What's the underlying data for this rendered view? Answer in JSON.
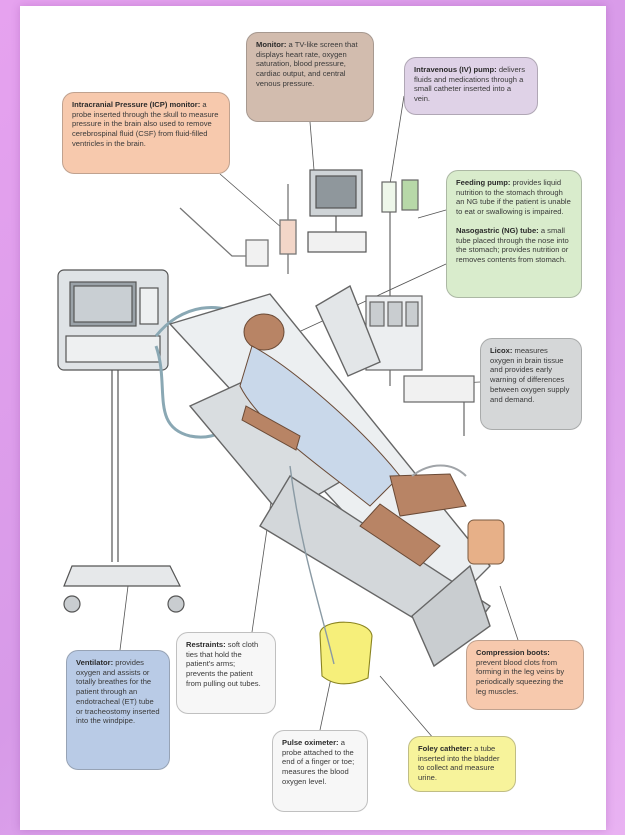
{
  "callouts": {
    "icp": {
      "title": "Intracranial Pressure (ICP) monitor:",
      "text": "a probe inserted through the skull to measure pressure in the brain also used to remove cerebrospinal fluid (CSF) from fluid-filled ventricles in the brain."
    },
    "monitor": {
      "title": "Monitor:",
      "text": "a TV-like screen that displays heart rate, oxygen saturation, blood pressure, cardiac output, and central venous pressure."
    },
    "iv": {
      "title": "Intravenous (IV) pump:",
      "text": "delivers fluids and medications through a small catheter inserted into a vein."
    },
    "feeding": {
      "title": "Feeding pump:",
      "text": "provides liquid nutrition to the stomach through an NG tube if the patient is unable to eat or swallowing is impaired."
    },
    "ng": {
      "title": "Nasogastric (NG) tube:",
      "text": "a small tube placed through the nose into the stomach; provides nutrition or removes contents from stomach."
    },
    "licox": {
      "title": "Licox:",
      "text": "measures oxygen in brain tissue and provides early warning of differences between oxygen supply and demand."
    },
    "ventilator": {
      "title": "Ventilator:",
      "text": "provides oxygen and assists or totally breathes for the patient through an endotracheal (ET) tube or tracheostomy inserted into the windpipe."
    },
    "restraints": {
      "title": "Restraints:",
      "text": "soft cloth ties that hold the patient's arms; prevents the patient from pulling out tubes."
    },
    "pulse": {
      "title": "Pulse oximeter:",
      "text": "a probe attached to the end of a finger or toe; measures the blood oxygen level."
    },
    "compression": {
      "title": "Compression boots:",
      "text": "prevent blood clots from forming in the leg veins by periodically squeezing the leg muscles."
    },
    "foley": {
      "title": "Foley catheter:",
      "text": "a tube inserted into the bladder to collect and measure urine."
    }
  },
  "colors": {
    "background": "#dfa0ec",
    "icp": "#f7c9ad",
    "monitor": "#d2bcae",
    "iv": "#dfd2e7",
    "feeding": "#d9eccc",
    "licox": "#d5d7d8",
    "ventilator": "#b9cbe6",
    "foley": "#f7f39b"
  }
}
